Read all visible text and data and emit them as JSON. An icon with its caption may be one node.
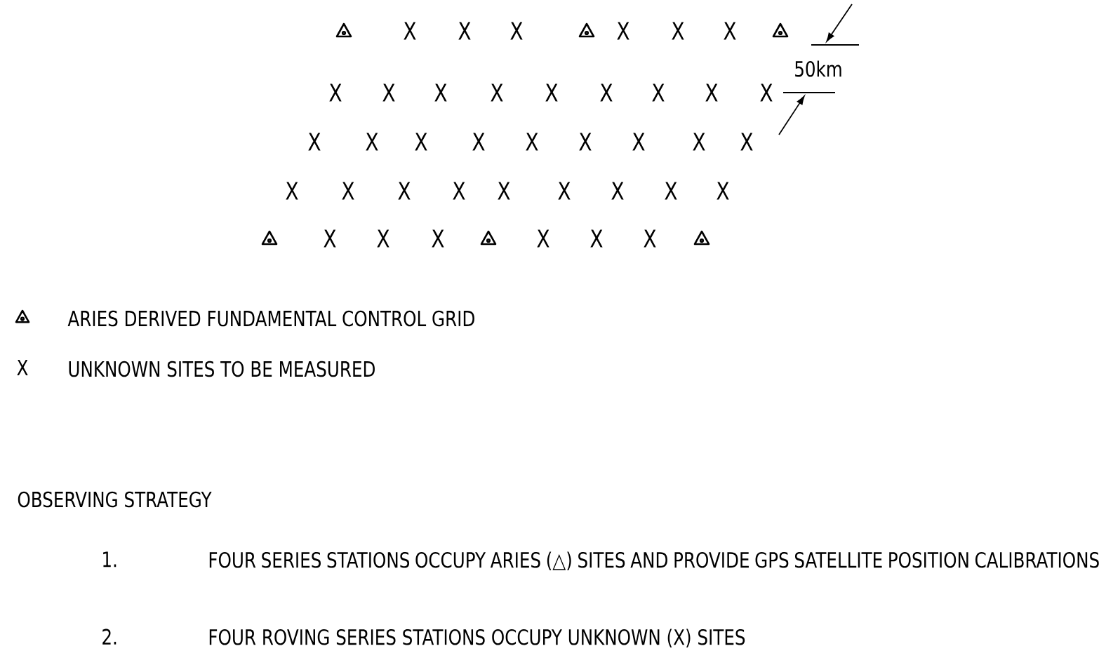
{
  "diagram": {
    "labels": [
      "X",
      "X",
      "X",
      "X",
      "X",
      "X",
      "X",
      "X",
      "X",
      "X",
      "X",
      "X",
      "X",
      "X",
      "X",
      "X",
      "X",
      "X",
      "X",
      "X",
      "X",
      "X",
      "X",
      "X",
      "X",
      "X",
      "X",
      "X",
      "X",
      "X",
      "X",
      "X",
      "X",
      "X",
      "X",
      "X",
      "X",
      "X",
      "X",
      "50km",
      "X",
      "OBSERVING STRATEGY",
      "1.",
      "FOUR SERIES STATIONS OCCUPY ARIES (△) SITES AND PROVIDE GPS SATELLITE POSITION CALIBRATIONS",
      "2.",
      "FOUR ROVING SERIES STATIONS OCCUPY UNKNOWN (X) SITES"
    ],
    "legend": [
      {
        "text": "ARIES DERIVED FUNDAMENTAL CONTROL GRID"
      },
      {
        "text": "UNKNOWN SITES TO BE MEASURED"
      }
    ]
  }
}
